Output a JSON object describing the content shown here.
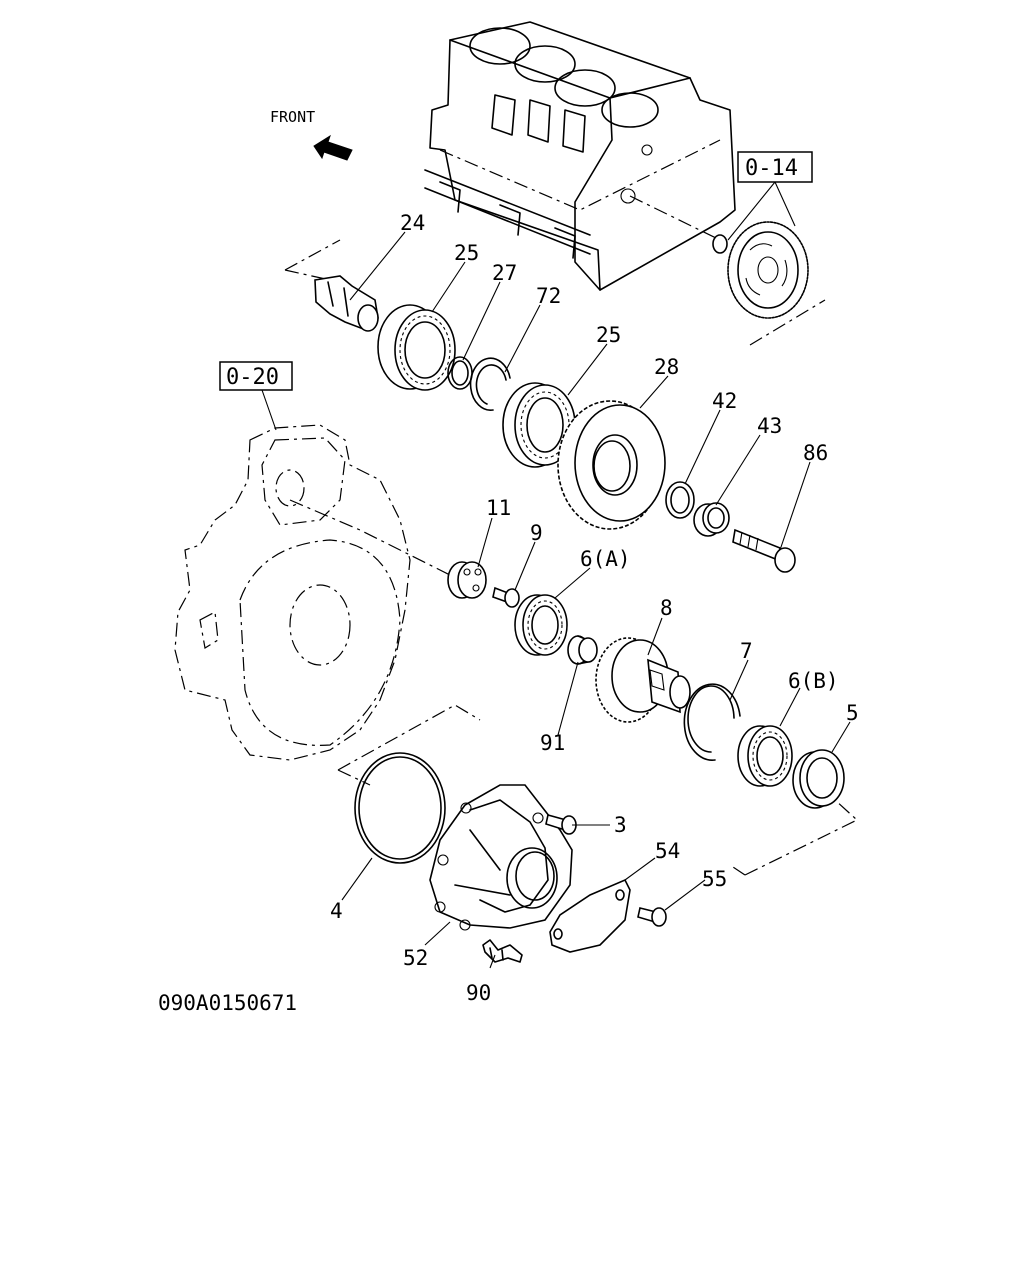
{
  "direction_label": "FRONT",
  "ref_boxes": {
    "engine_block_ref": "0-14",
    "housing_ref": "0-20"
  },
  "callouts": {
    "c24": "24",
    "c25a": "25",
    "c27": "27",
    "c72": "72",
    "c25b": "25",
    "c28": "28",
    "c42": "42",
    "c43": "43",
    "c86": "86",
    "c11": "11",
    "c9": "9",
    "c6a": "6(A)",
    "c8": "8",
    "c7": "7",
    "c6b": "6(B)",
    "c5": "5",
    "c91": "91",
    "c3": "3",
    "c54": "54",
    "c55": "55",
    "c4": "4",
    "c52": "52",
    "c90": "90"
  },
  "drawing_number": "090A0150671"
}
